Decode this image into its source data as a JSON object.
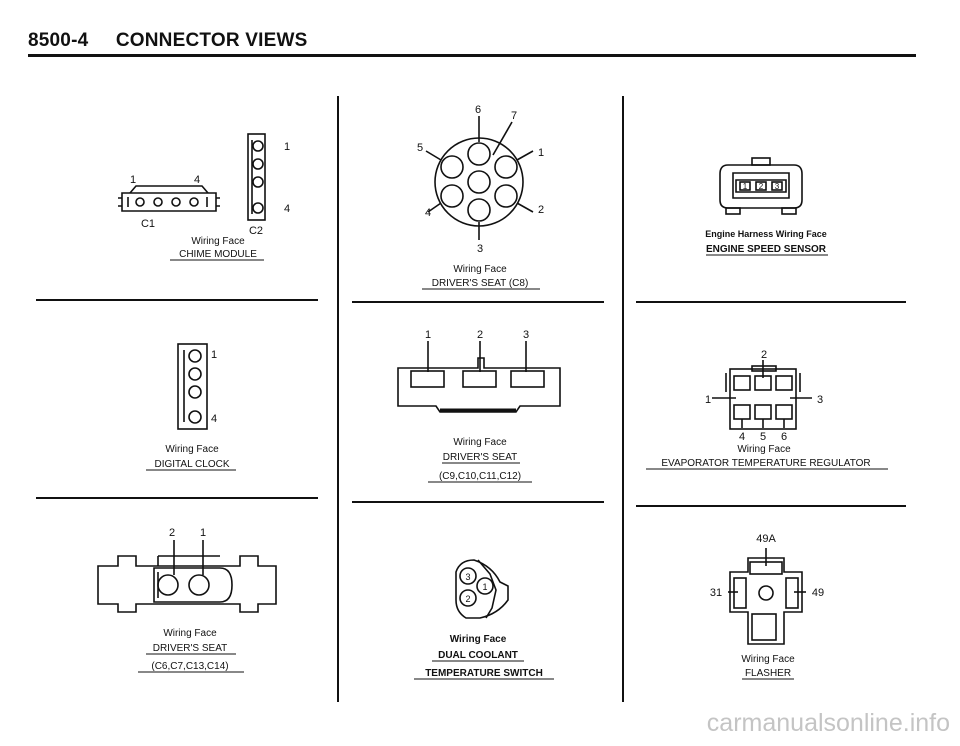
{
  "header": {
    "code": "8500-4",
    "title": "CONNECTOR VIEWS"
  },
  "common": {
    "wiring_face": "Wiring Face"
  },
  "chime": {
    "title": "CHIME MODULE",
    "c1_label": "C1",
    "c2_label": "C2",
    "c1_pins": [
      "1",
      "4"
    ],
    "c2_pins": [
      "1",
      "4"
    ]
  },
  "seat_c8": {
    "title": "DRIVER'S SEAT (C8)",
    "pins": [
      "1",
      "2",
      "3",
      "4",
      "5",
      "6",
      "7"
    ]
  },
  "engine_speed": {
    "subtitle": "Engine Harness Wiring Face",
    "title": "ENGINE SPEED SENSOR",
    "pins": [
      "1",
      "2",
      "3"
    ]
  },
  "digital_clock": {
    "title": "DIGITAL CLOCK",
    "pins": [
      "1",
      "4"
    ]
  },
  "seat_c9": {
    "title": "DRIVER'S SEAT",
    "subtitle": "(C9,C10,C11,C12)",
    "pins": [
      "1",
      "2",
      "3"
    ]
  },
  "evap": {
    "title": "EVAPORATOR TEMPERATURE REGULATOR",
    "pins": [
      "1",
      "2",
      "3",
      "4",
      "5",
      "6"
    ]
  },
  "seat_c6": {
    "title": "DRIVER'S SEAT",
    "subtitle": "(C6,C7,C13,C14)",
    "pins": [
      "2",
      "1"
    ]
  },
  "coolant": {
    "title_line1": "DUAL COOLANT",
    "title_line2": "TEMPERATURE SWITCH",
    "pins": [
      "3",
      "1",
      "2"
    ]
  },
  "flasher": {
    "title": "FLASHER",
    "pins": [
      "49A",
      "31",
      "49"
    ]
  },
  "watermark": "carmanualsonline.info"
}
